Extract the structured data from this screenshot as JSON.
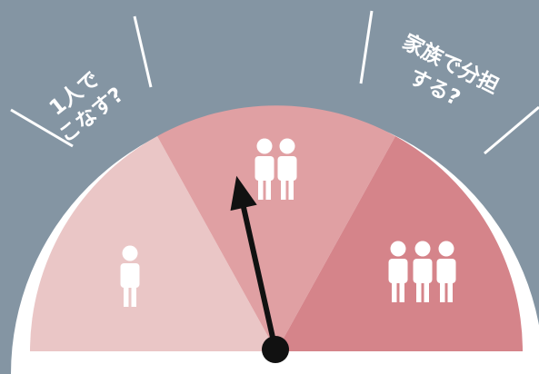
{
  "labels": {
    "left_line1": "1人で",
    "left_line2": "こなす?",
    "right_line1": "家族で分担",
    "right_line2": "する?"
  },
  "gauge": {
    "segments": [
      {
        "name": "one-person",
        "people": 1,
        "color": "#eac6c6"
      },
      {
        "name": "two-people",
        "people": 2,
        "color": "#e0a0a3"
      },
      {
        "name": "three-people",
        "people": 3,
        "color": "#d5848a"
      }
    ],
    "needle_level": 0.43,
    "colors": {
      "background": "#8495a3",
      "rim": "#ffffff",
      "needle": "#111111",
      "figure": "#ffffff",
      "tick": "#ffffff"
    }
  }
}
